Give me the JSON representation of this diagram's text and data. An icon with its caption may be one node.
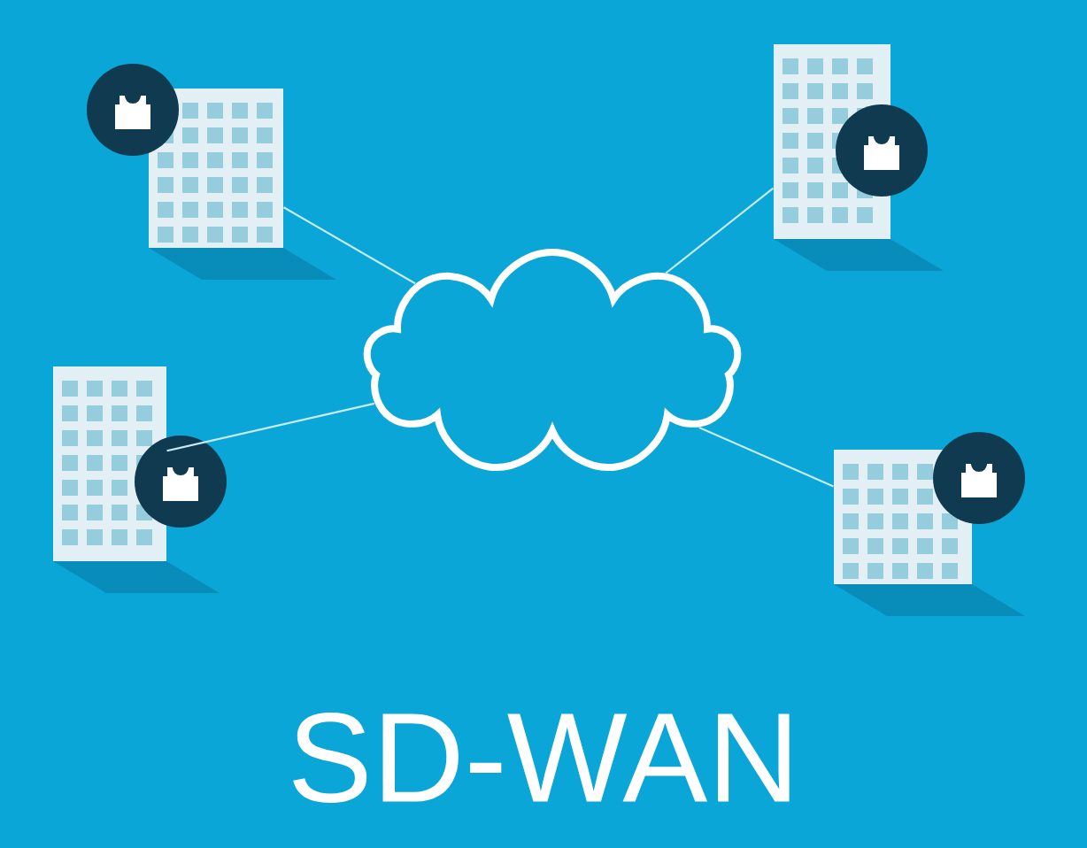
{
  "diagram": {
    "title": "SD-WAN",
    "nodes": [
      {
        "text": [],
        "shape": "picture"
      },
      {
        "text": [],
        "shape": "picture"
      },
      {
        "text": [],
        "shape": "cloud"
      },
      {
        "text": [],
        "shape": "picture"
      },
      {
        "text": [],
        "shape": "picture"
      }
    ],
    "edges": [
      {
        "from": 2,
        "to": 0,
        "arrow": "none"
      },
      {
        "from": 2,
        "to": 1,
        "arrow": "none"
      },
      {
        "from": 2,
        "to": 3,
        "arrow": "none"
      },
      {
        "from": 2,
        "to": 4,
        "arrow": "none"
      }
    ]
  }
}
